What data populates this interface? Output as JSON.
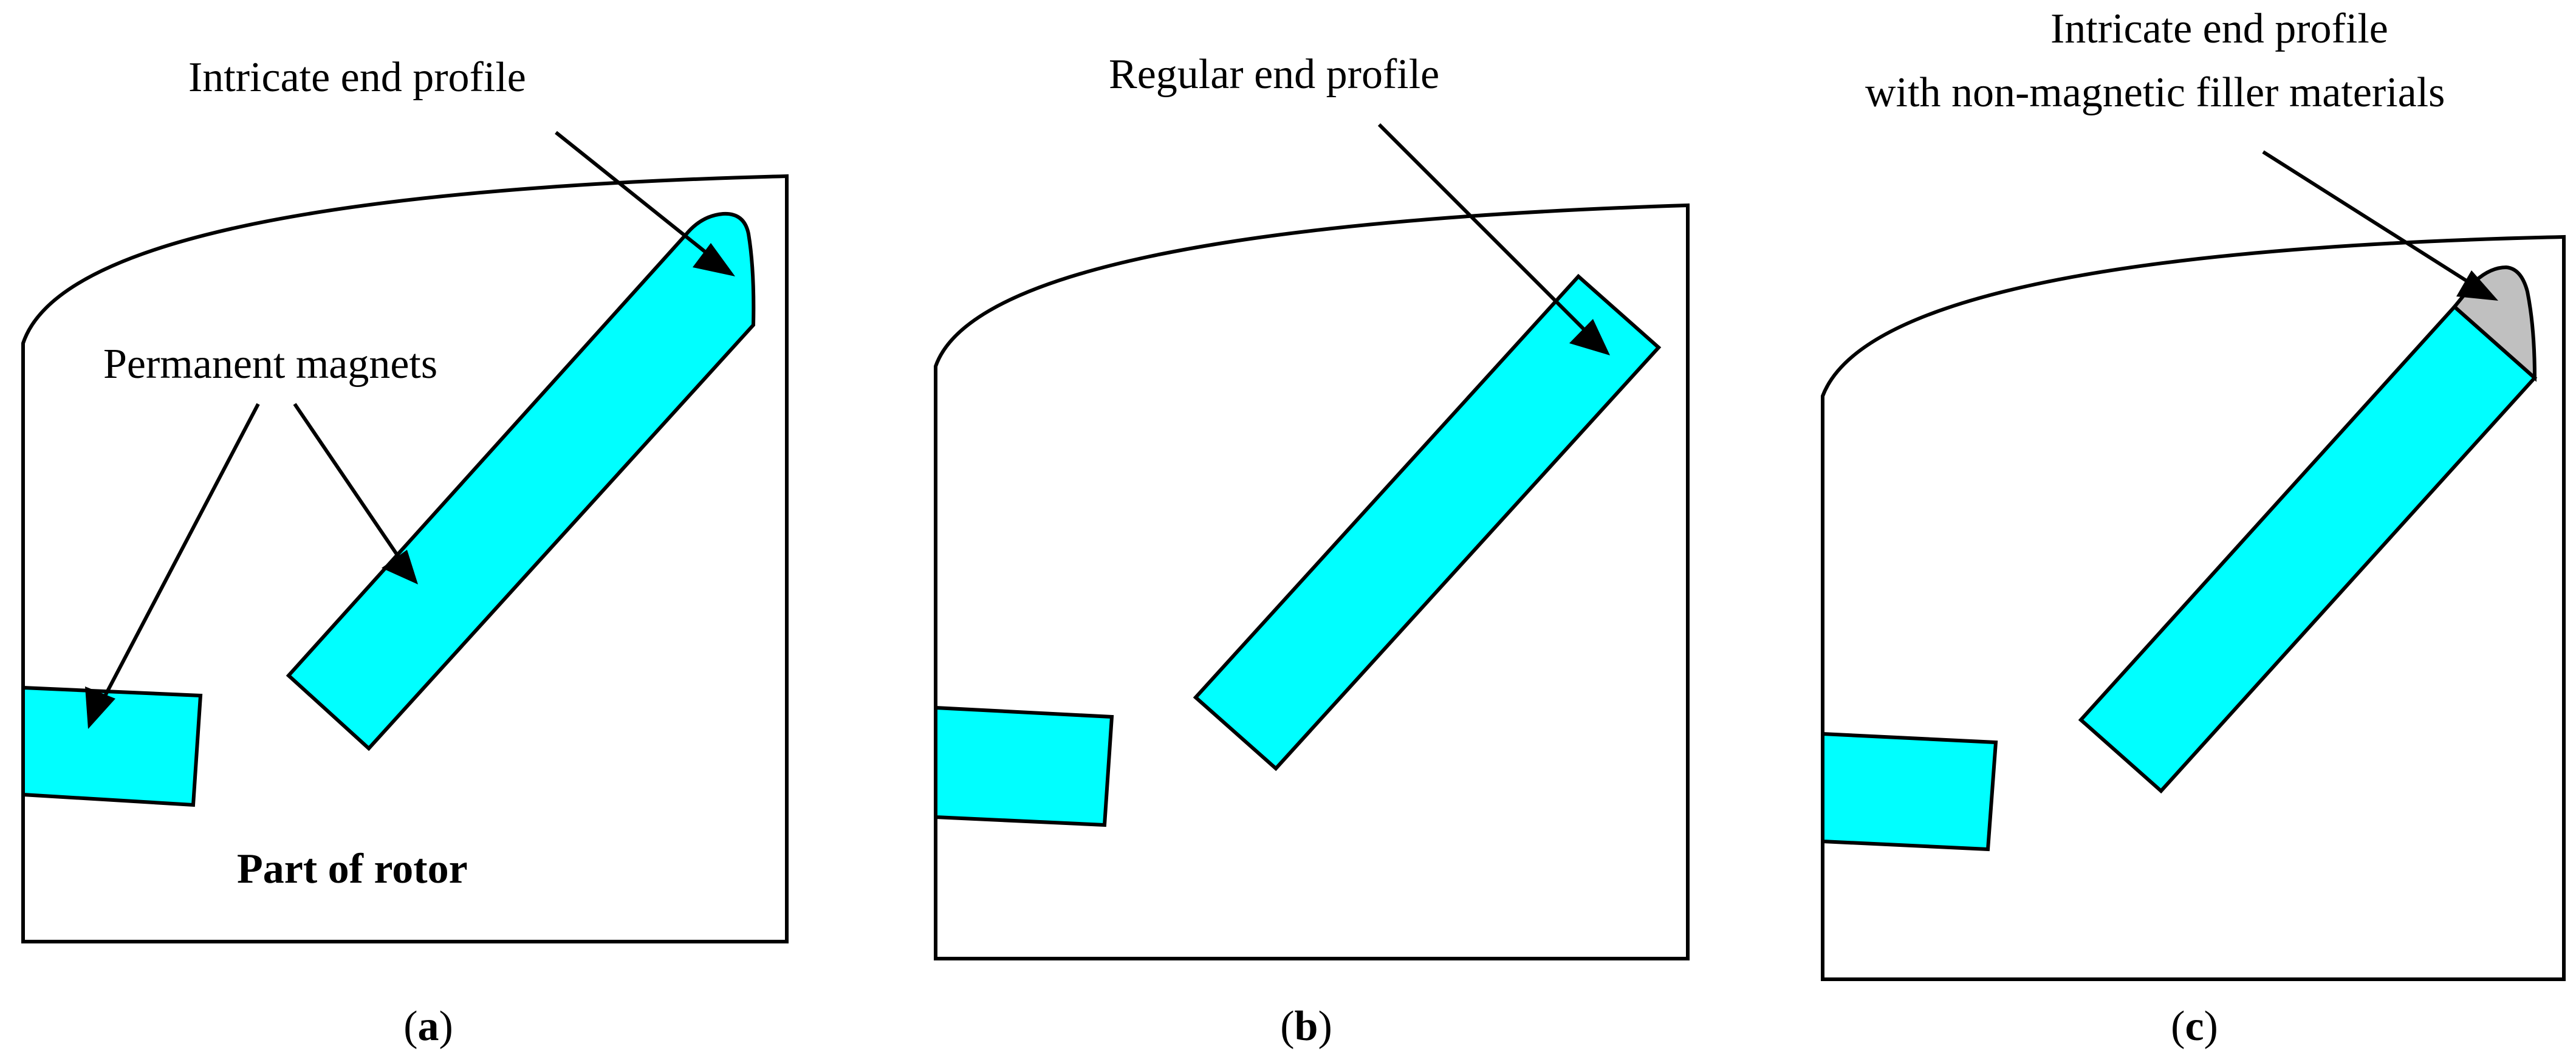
{
  "colors": {
    "magnet": "#00FFFF",
    "filler": "#C0C0C0",
    "stroke": "#000000",
    "background": "#FFFFFF"
  },
  "panel_a": {
    "label_end_profile": "Intricate end profile",
    "label_magnets": "Permanent magnets",
    "label_rotor": "Part of rotor",
    "caption_open": "(",
    "caption_letter": "a",
    "caption_close": ")"
  },
  "panel_b": {
    "label_end_profile": "Regular end profile",
    "caption_open": "(",
    "caption_letter": "b",
    "caption_close": ")"
  },
  "panel_c": {
    "label_line1": "Intricate end profile",
    "label_line2": "with non-magnetic filler materials",
    "caption_open": "(",
    "caption_letter": "c",
    "caption_close": ")"
  }
}
